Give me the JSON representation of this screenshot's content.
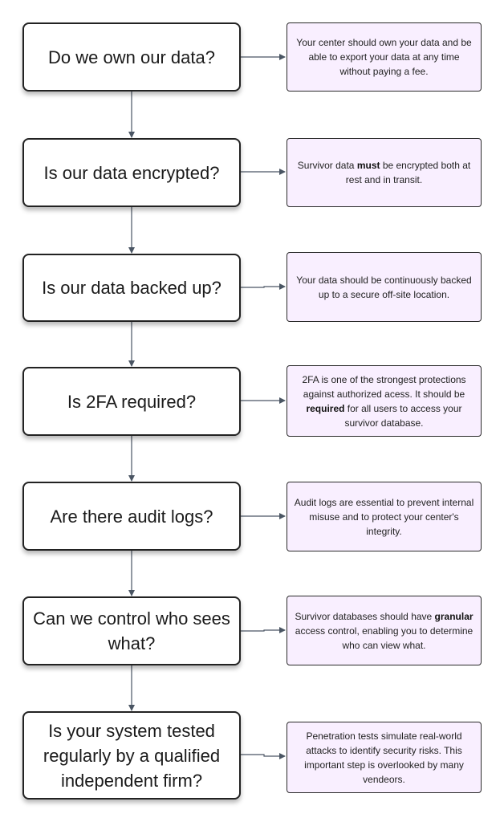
{
  "diagram": {
    "colors": {
      "question_fill": "#ffffff",
      "question_border": "#222222",
      "note_fill": "#f9efff",
      "note_border": "#2a2a2a",
      "connector": "#4a5563"
    },
    "steps": [
      {
        "question": "Do we own our data?",
        "note": {
          "before": "Your center should own your data and be able to export your data at any time without paying a fee.",
          "bold": "",
          "after": ""
        }
      },
      {
        "question": "Is our data encrypted?",
        "note": {
          "before": "Survivor data ",
          "bold": "must",
          "after": " be encrypted both at rest and in transit."
        }
      },
      {
        "question": "Is our data backed up?",
        "note": {
          "before": "Your data should be continuously backed up to a secure off-site location.",
          "bold": "",
          "after": ""
        }
      },
      {
        "question": "Is 2FA required?",
        "note": {
          "before": "2FA is one of the strongest protections against authorized acess. It should be ",
          "bold": "required",
          "after": " for all users to access your survivor database."
        }
      },
      {
        "question": "Are there audit logs?",
        "note": {
          "before": "Audit logs are essential to prevent internal misuse and to protect your center's integrity.",
          "bold": "",
          "after": ""
        }
      },
      {
        "question": "Can we control who sees what?",
        "note": {
          "before": "Survivor databases should have ",
          "bold": "granular",
          "after": " access control, enabling you to determine who can view what."
        }
      },
      {
        "question": "Is your system tested regularly by a qualified independent firm?",
        "note": {
          "before": "Penetration tests simulate real-world attacks to identify security risks. This important step is overlooked by many vendeors.",
          "bold": "",
          "after": ""
        }
      }
    ]
  }
}
